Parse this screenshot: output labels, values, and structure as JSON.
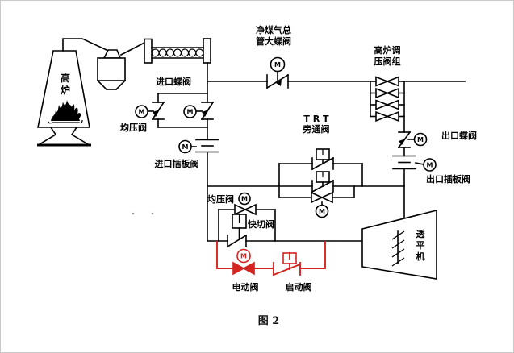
{
  "figure": {
    "caption": "图 2",
    "motor_label": "M"
  },
  "labels": {
    "furnace": {
      "chars": [
        "高",
        "炉"
      ]
    },
    "inlet_butterfly": "进口蝶阀",
    "equalizing_upper": "均压阀",
    "inlet_gate": "进口插板阀",
    "clean_gas_main_valve_line1": "净煤气总",
    "clean_gas_main_valve_line2": "管大蝶阀",
    "pressure_group_line1": "高炉调",
    "pressure_group_line2": "压阀组",
    "trt_bypass_line1": "T R T",
    "trt_bypass_line2": "旁通阀",
    "outlet_butterfly": "出口蝶阀",
    "outlet_gate": "出口插板阀",
    "equalizing_lower": "均压阀",
    "quick_cut": "快切阀",
    "electric_valve": "电动阀",
    "start_valve": "启动阀",
    "turbine": {
      "chars": [
        "透",
        "平",
        "机"
      ]
    }
  },
  "colors": {
    "line": "#000000",
    "startup_circuit": "#d42420",
    "background": "#ffffff"
  }
}
